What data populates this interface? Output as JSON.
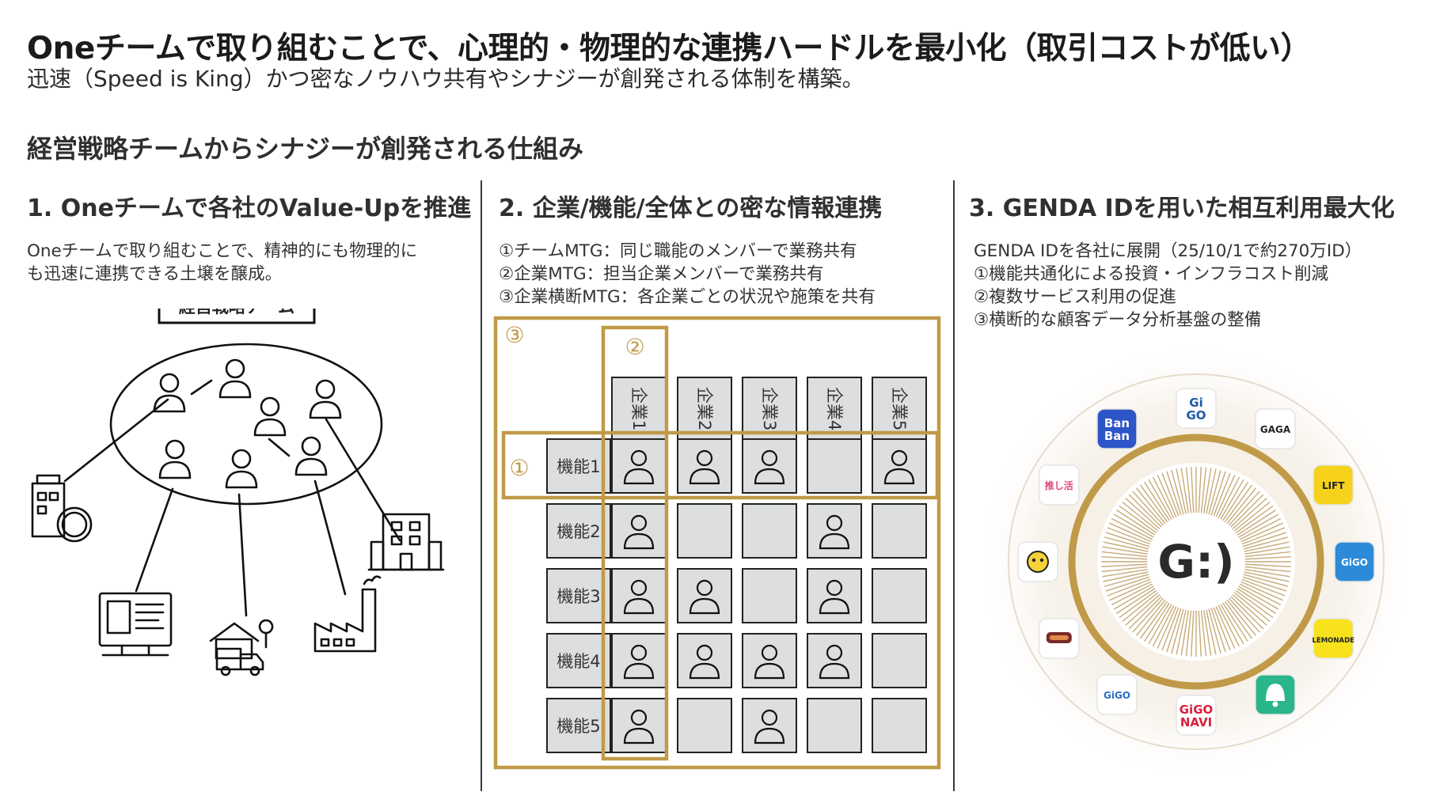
{
  "header": {
    "title": "Oneチームで取り組むことで、心理的・物理的な連携ハードルを最小化（取引コストが低い）",
    "subtitle": "迅速（Speed is King）かつ密なノウハウ共有やシナジーが創発される体制を構築。",
    "section_title": "経営戦略チームからシナジーが創発される仕組み"
  },
  "col1": {
    "heading": "1. Oneチームで各社のValue-Upを推進",
    "lines": [
      "Oneチームで取り組むことで、精神的にも物理的に",
      "も迅速に連携できる土壌を醸成。"
    ],
    "team_label": "経営戦略チーム"
  },
  "col2": {
    "heading": "2. 企業/機能/全体との密な情報連携",
    "lines": [
      "①チームMTG：同じ職能のメンバーで業務共有",
      "②企業MTG：担当企業メンバーで業務共有",
      "③企業横断MTG：各企業ごとの状況や施策を共有"
    ],
    "markers": [
      "①",
      "②",
      "③"
    ],
    "companies": [
      "企業1",
      "企業2",
      "企業3",
      "企業4",
      "企業5"
    ],
    "functions": [
      "機能1",
      "機能2",
      "機能3",
      "機能4",
      "機能5"
    ],
    "occupied": [
      [
        1,
        1,
        1,
        0,
        1
      ],
      [
        1,
        0,
        0,
        1,
        0
      ],
      [
        1,
        1,
        0,
        1,
        0
      ],
      [
        1,
        1,
        1,
        1,
        0
      ],
      [
        1,
        0,
        1,
        0,
        0
      ]
    ],
    "accent_color": "#c09a48"
  },
  "col3": {
    "heading": "3. GENDA IDを用いた相互利用最大化",
    "lines": [
      "GENDA IDを各社に展開（25/10/1で約270万ID）",
      "①機能共通化による投資・インフラコスト削減",
      "②複数サービス利用の促進",
      "③横断的な顧客データ分析基盤の整備"
    ],
    "center_logo": "G:)",
    "apps": [
      {
        "icon": "gigo-icon",
        "text": "Gi GO"
      },
      {
        "icon": "gaga-icon",
        "text": "GAGA"
      },
      {
        "icon": "lift-icon",
        "text": "LIFT"
      },
      {
        "icon": "gigo-app-icon",
        "text": "GiGO"
      },
      {
        "icon": "lemonade-icon",
        "text": "LEMONADE"
      },
      {
        "icon": "bell-icon",
        "text": ""
      },
      {
        "icon": "gigo-navi-icon",
        "text": "GiGO NAVI"
      },
      {
        "icon": "gigo-red-icon",
        "text": "GiGO"
      },
      {
        "icon": "hot-dog-icon",
        "text": ""
      },
      {
        "icon": "character-icon",
        "text": ""
      },
      {
        "icon": "oshikatsu-icon",
        "text": "推し活"
      },
      {
        "icon": "banban-icon",
        "text": "Ban Ban"
      }
    ]
  }
}
